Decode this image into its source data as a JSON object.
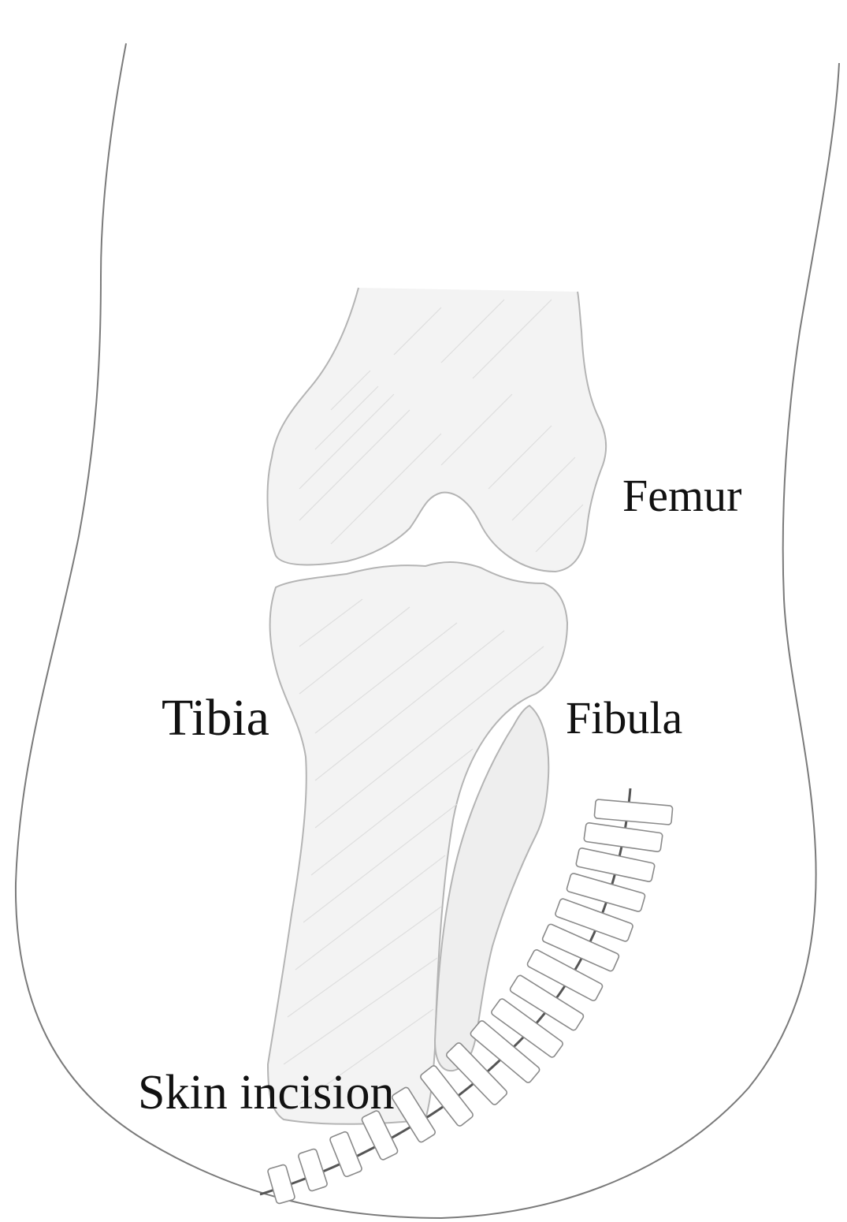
{
  "labels": {
    "femur": "Femur",
    "tibia": "Tibia",
    "fibula": "Fibula",
    "skin_incision": "Skin incision"
  },
  "colors": {
    "outline": "#7a7a7a",
    "bone_fill": "#f3f3f3",
    "bone_outline": "#b4b4b4",
    "bone_shading": "#dcdcdc",
    "incision": "#555555",
    "suture": "#8a8a8a",
    "text": "#111111"
  }
}
